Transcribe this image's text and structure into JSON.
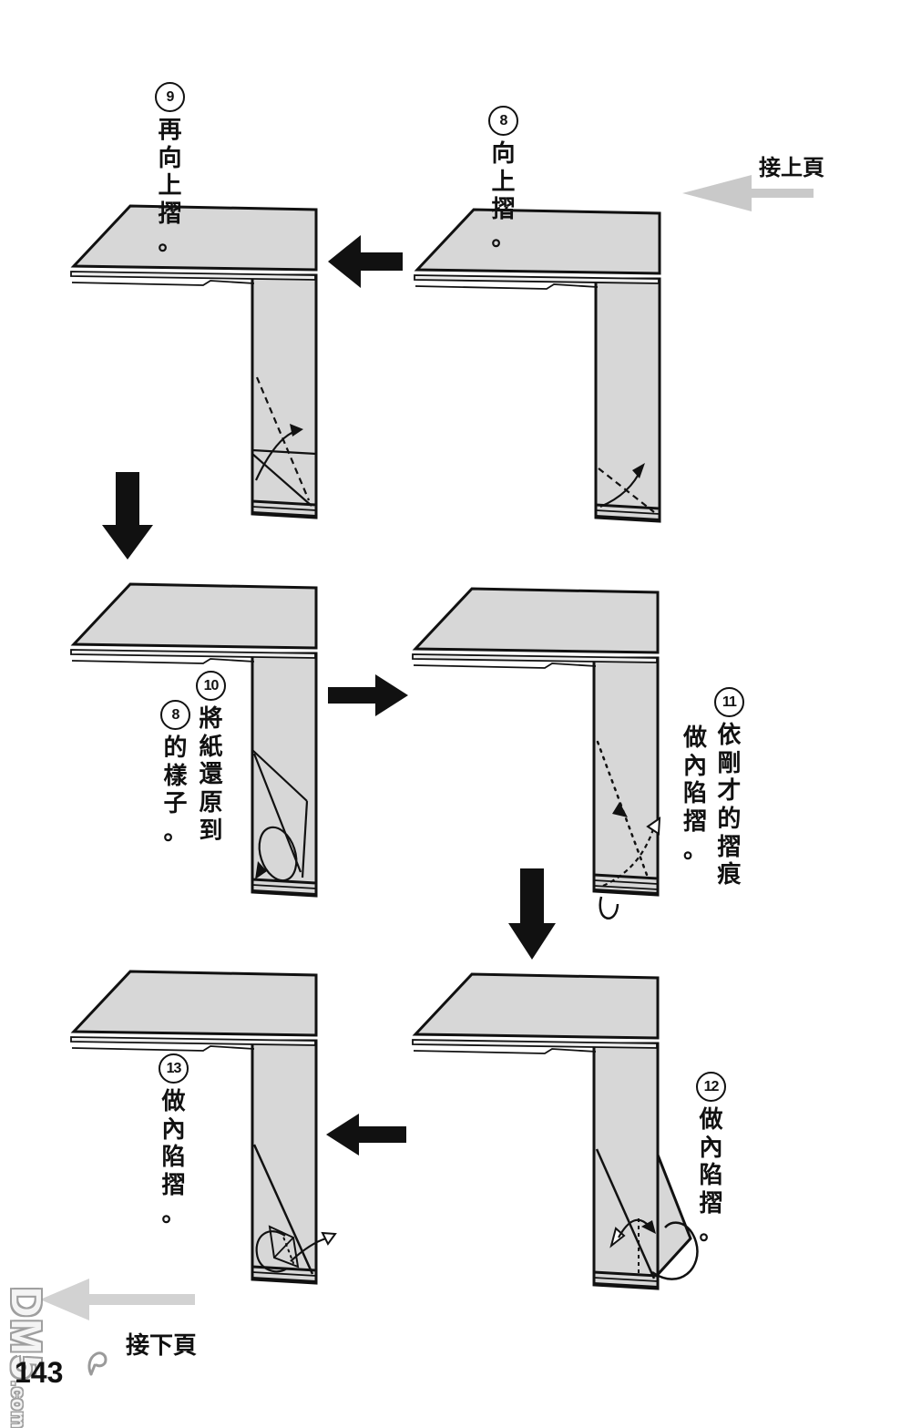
{
  "page": {
    "number": "143"
  },
  "nav": {
    "prev_label": "接上頁",
    "next_label": "接下頁"
  },
  "watermark": {
    "brand": "DM5",
    "suffix": ".com"
  },
  "steps": {
    "s8": {
      "number": "8",
      "text": "向上摺。"
    },
    "s9": {
      "number": "9",
      "text": "再向上摺。"
    },
    "s10": {
      "number": "10",
      "col1": "將紙還原到",
      "col2_number": "8",
      "col2": "的樣子。"
    },
    "s11": {
      "number": "11",
      "col1": "依剛才的摺痕",
      "col2": "做內陷摺。"
    },
    "s12": {
      "number": "12",
      "text": "做內陷摺。"
    },
    "s13": {
      "number": "13",
      "text": "做內陷摺。"
    }
  },
  "colors": {
    "paper": "#d7d7d7",
    "outline": "#111111",
    "flow_arrow": "#111111",
    "page_nav_arrow": "#c9c9c9"
  },
  "icons": {
    "flow_arrow_step8_to_9": "arrow-left",
    "flow_arrow_step9_to_10": "arrow-down",
    "flow_arrow_step10_to_11": "arrow-right",
    "flow_arrow_step11_to_12": "arrow-down",
    "flow_arrow_step12_to_13": "arrow-left",
    "prev_page_arrow": "arrow-left-gray",
    "next_page_arrow": "arrow-left-gray"
  }
}
